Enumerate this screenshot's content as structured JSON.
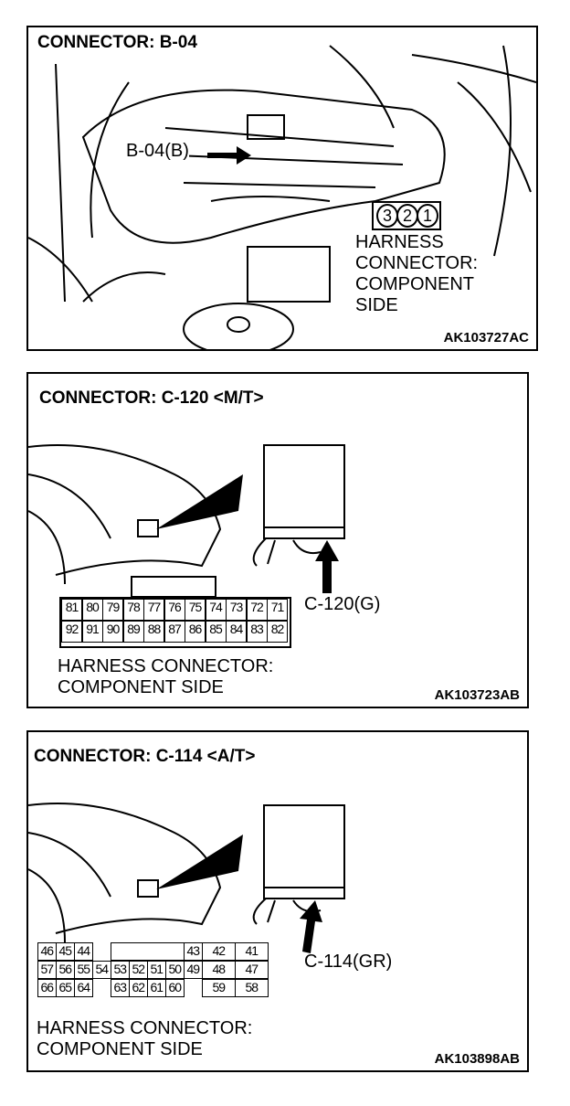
{
  "panels": [
    {
      "title": "CONNECTOR: B-04",
      "callout": "B-04(B)",
      "pins": [
        "3",
        "2",
        "1"
      ],
      "label_lines": [
        "HARNESS",
        "CONNECTOR:",
        "COMPONENT",
        "SIDE"
      ],
      "code": "AK103727AC"
    },
    {
      "title": "CONNECTOR: C-120 <M/T>",
      "callout": "C-120(G)",
      "label_lines": [
        "HARNESS CONNECTOR:",
        "COMPONENT SIDE"
      ],
      "code": "AK103723AB",
      "rows": [
        [
          "81",
          "80",
          "79",
          "78",
          "77",
          "76",
          "75",
          "74",
          "73",
          "72",
          "71"
        ],
        [
          "92",
          "91",
          "90",
          "89",
          "88",
          "87",
          "86",
          "85",
          "84",
          "83",
          "82"
        ]
      ]
    },
    {
      "title": "CONNECTOR: C-114 <A/T>",
      "callout": "C-114(GR)",
      "label_lines": [
        "HARNESS CONNECTOR:",
        "COMPONENT SIDE"
      ],
      "code": "AK103898AB",
      "rows": [
        [
          "46",
          "45",
          "44",
          null,
          "",
          "",
          "",
          "",
          "43",
          "42",
          "41"
        ],
        [
          "57",
          "56",
          "55",
          "54",
          "53",
          "52",
          "51",
          "50",
          "49",
          "48",
          "47"
        ],
        [
          "66",
          "65",
          "64",
          null,
          "63",
          "62",
          "61",
          "60",
          null,
          "59",
          "58"
        ]
      ]
    }
  ]
}
